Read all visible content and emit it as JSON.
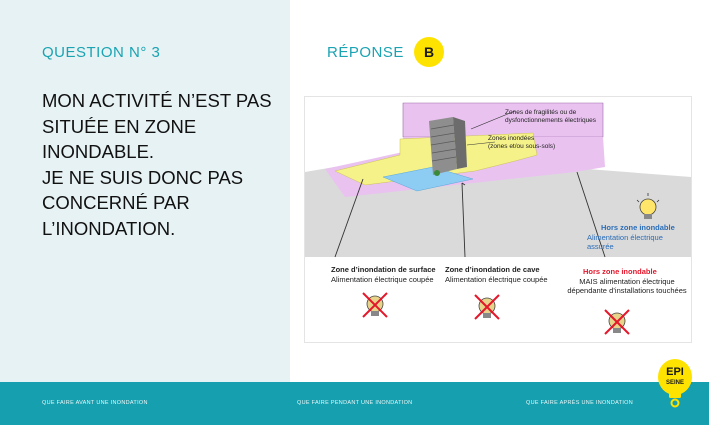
{
  "question": {
    "label": "QUESTION N° 3",
    "statement": "MON ACTIVITÉ N’EST PAS\nSITUÉE EN ZONE\nINONDABLE.\nJE NE SUIS DONC PAS\nCONCERNÉ PAR\nL’INONDATION."
  },
  "answer": {
    "label": "RÉPONSE",
    "badge": "B"
  },
  "diagram": {
    "fragility_zone": "Zones de fragilités ou de\ndysfonctionnements électriques",
    "floodable_zone": "Zones inondées\n(zones et/ou sous-sols)",
    "outside_zone_title": "Hors zone inondable",
    "outside_zone_text": "Alimentation électrique assurée",
    "surface_zone_title": "Zone d’inondation de surface",
    "surface_zone_text": "Alimentation électrique coupée",
    "cellar_zone_title": "Zone d’inondation de cave",
    "cellar_zone_text": "Alimentation électrique coupée",
    "outside_zone2_title": "Hors zone inondable",
    "outside_zone2_text": "MAIS  alimentation électrique\ndépendante d’installations touchées",
    "colors": {
      "violet": "#e9c2f0",
      "gray": "#d9d9d9",
      "yellow": "#f6f28a",
      "blue": "#8ecdf3",
      "red": "#e4172b",
      "blue_text": "#2a6db8"
    }
  },
  "footer": {
    "before": "QUE FAIRE AVANT UNE INONDATION",
    "during": "QUE FAIRE PENDANT UNE INONDATION",
    "after": "QUE FAIRE APRÈS UNE INONDATION"
  },
  "logo": {
    "line1": "EPI",
    "line2": "SEINE"
  }
}
